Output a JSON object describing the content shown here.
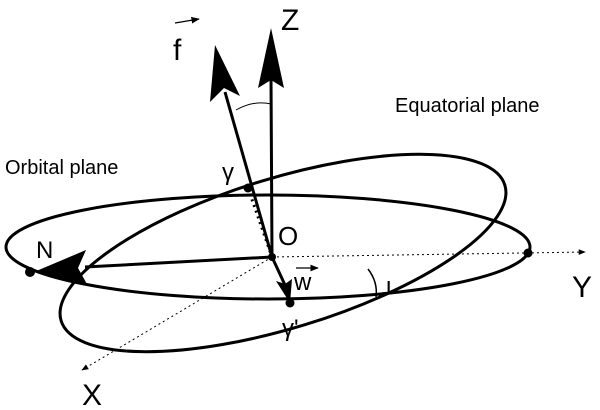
{
  "labels": {
    "z_axis": "Z",
    "y_axis": "Y",
    "x_axis": "X",
    "origin": "O",
    "node": "N",
    "vector_f": "f",
    "vector_w": "w",
    "gamma": "γ",
    "gamma_prime": "γ'",
    "inclination": "ι",
    "orbital_plane": "Orbital plane",
    "equatorial_plane": "Equatorial plane"
  },
  "colors": {
    "ink": "#000000",
    "background": "#ffffff"
  }
}
